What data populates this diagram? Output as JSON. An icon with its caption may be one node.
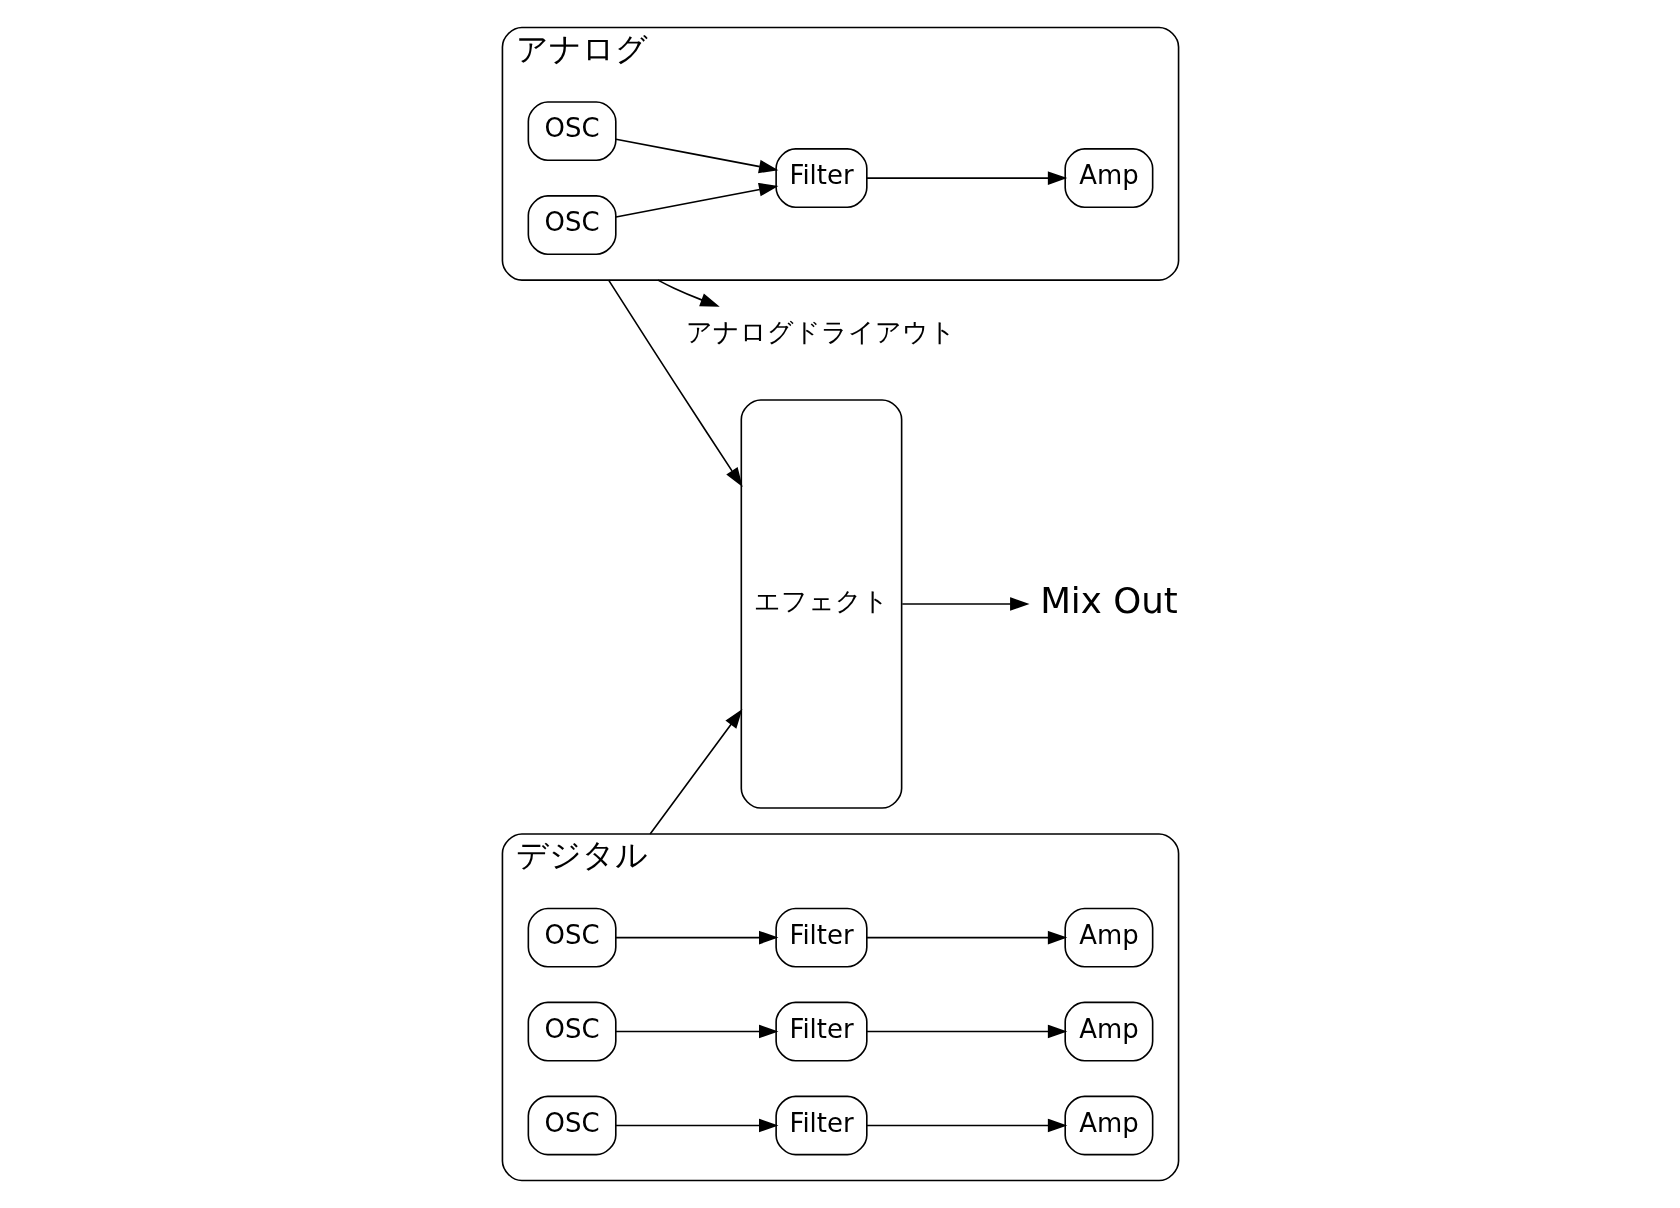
{
  "diagram": {
    "nodes": [
      {
        "text": [
          "アナログ"
        ]
      },
      {
        "text": [
          "OSC"
        ],
        "in": 0
      },
      {
        "text": [
          "OSC"
        ],
        "in": 0
      },
      {
        "text": [
          "Filter"
        ],
        "in": 0
      },
      {
        "text": [
          "Amp"
        ],
        "in": 0
      },
      {
        "text": [
          "デジタル"
        ]
      },
      {
        "text": [
          "OSC"
        ],
        "in": 5
      },
      {
        "text": [
          "Filter"
        ],
        "in": 5
      },
      {
        "text": [
          "Amp"
        ],
        "in": 5
      },
      {
        "text": [
          "OSC"
        ],
        "in": 5
      },
      {
        "text": [
          "Filter"
        ],
        "in": 5
      },
      {
        "text": [
          "Amp"
        ],
        "in": 5
      },
      {
        "text": [
          "OSC"
        ],
        "in": 5
      },
      {
        "text": [
          "Filter"
        ],
        "in": 5
      },
      {
        "text": [
          "Amp"
        ],
        "in": 5
      },
      {
        "text": [
          "アナログドライアウト"
        ]
      },
      {
        "text": [
          "エフェクト"
        ]
      },
      {
        "text": [
          "Mix Out"
        ]
      }
    ],
    "edges": [
      {
        "from": 1,
        "to": 3,
        "arrow": "to"
      },
      {
        "from": 2,
        "to": 3,
        "arrow": "to"
      },
      {
        "from": 3,
        "to": 4,
        "arrow": "to"
      },
      {
        "from": 6,
        "to": 7,
        "arrow": "to"
      },
      {
        "from": 7,
        "to": 8,
        "arrow": "to"
      },
      {
        "from": 9,
        "to": 10,
        "arrow": "to"
      },
      {
        "from": 10,
        "to": 11,
        "arrow": "to"
      },
      {
        "from": 12,
        "to": 13,
        "arrow": "to"
      },
      {
        "from": 13,
        "to": 14,
        "arrow": "to"
      },
      {
        "from": 0,
        "to": 15,
        "arrow": "to"
      },
      {
        "from": 0,
        "to": 16,
        "arrow": "to"
      },
      {
        "from": 5,
        "to": 16,
        "arrow": "to"
      },
      {
        "from": 16,
        "to": 17,
        "arrow": "to"
      }
    ]
  }
}
